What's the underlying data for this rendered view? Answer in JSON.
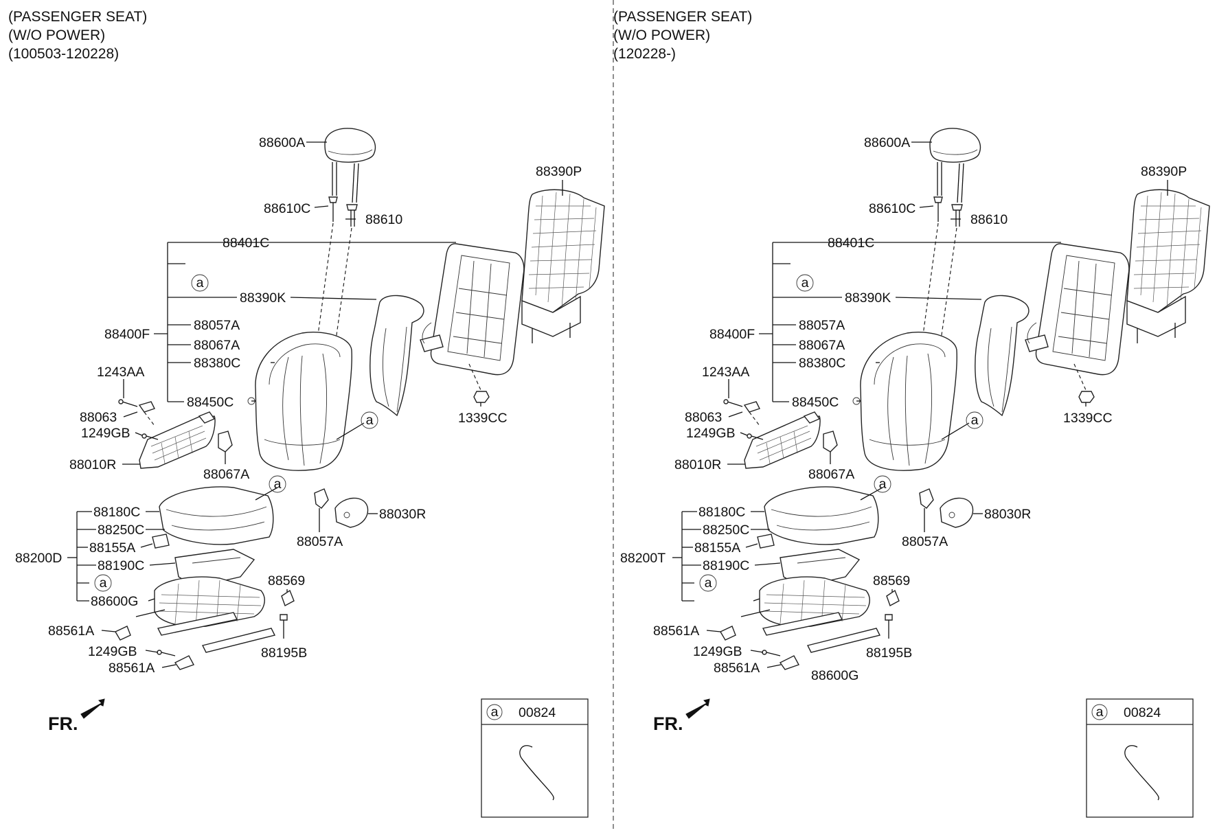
{
  "diagrams": [
    {
      "header": [
        "(PASSENGER SEAT)",
        "(W/O POWER)",
        "(100503-120228)"
      ],
      "labels": {
        "p88600A": "88600A",
        "p88390P": "88390P",
        "p88610C": "88610C",
        "p88610": "88610",
        "p88401C": "88401C",
        "p88390K": "88390K",
        "p88057A_top": "88057A",
        "p88400F": "88400F",
        "p88067A_top": "88067A",
        "p88380C": "88380C",
        "p1243AA": "1243AA",
        "p88450C": "88450C",
        "p88063": "88063",
        "p1339CC": "1339CC",
        "p1249GB_top": "1249GB",
        "p88010R": "88010R",
        "p88067A_low": "88067A",
        "p88180C": "88180C",
        "p88250C": "88250C",
        "p88030R": "88030R",
        "p88200": "88200D",
        "p88155A": "88155A",
        "p88057A_low": "88057A",
        "p88190C": "88190C",
        "p88569": "88569",
        "p88600G_list": "88600G",
        "p88561A_a": "88561A",
        "p88195B": "88195B",
        "p1249GB_low": "1249GB",
        "p88561A_b": "88561A",
        "p88600G_frame": ""
      },
      "circle_letter": "a",
      "front_label": "FR.",
      "box": {
        "letter": "a",
        "part": "00824"
      }
    },
    {
      "header": [
        "(PASSENGER SEAT)",
        "(W/O POWER)",
        "(120228-)"
      ],
      "labels": {
        "p88600A": "88600A",
        "p88390P": "88390P",
        "p88610C": "88610C",
        "p88610": "88610",
        "p88401C": "88401C",
        "p88390K": "88390K",
        "p88057A_top": "88057A",
        "p88400F": "88400F",
        "p88067A_top": "88067A",
        "p88380C": "88380C",
        "p1243AA": "1243AA",
        "p88450C": "88450C",
        "p88063": "88063",
        "p1339CC": "1339CC",
        "p1249GB_top": "1249GB",
        "p88010R": "88010R",
        "p88067A_low": "88067A",
        "p88180C": "88180C",
        "p88250C": "88250C",
        "p88030R": "88030R",
        "p88200": "88200T",
        "p88155A": "88155A",
        "p88057A_low": "88057A",
        "p88190C": "88190C",
        "p88569": "88569",
        "p88600G_list": "",
        "p88561A_a": "88561A",
        "p88195B": "88195B",
        "p1249GB_low": "1249GB",
        "p88561A_b": "88561A",
        "p88600G_frame": "88600G"
      },
      "circle_letter": "a",
      "front_label": "FR.",
      "box": {
        "letter": "a",
        "part": "00824"
      }
    }
  ]
}
